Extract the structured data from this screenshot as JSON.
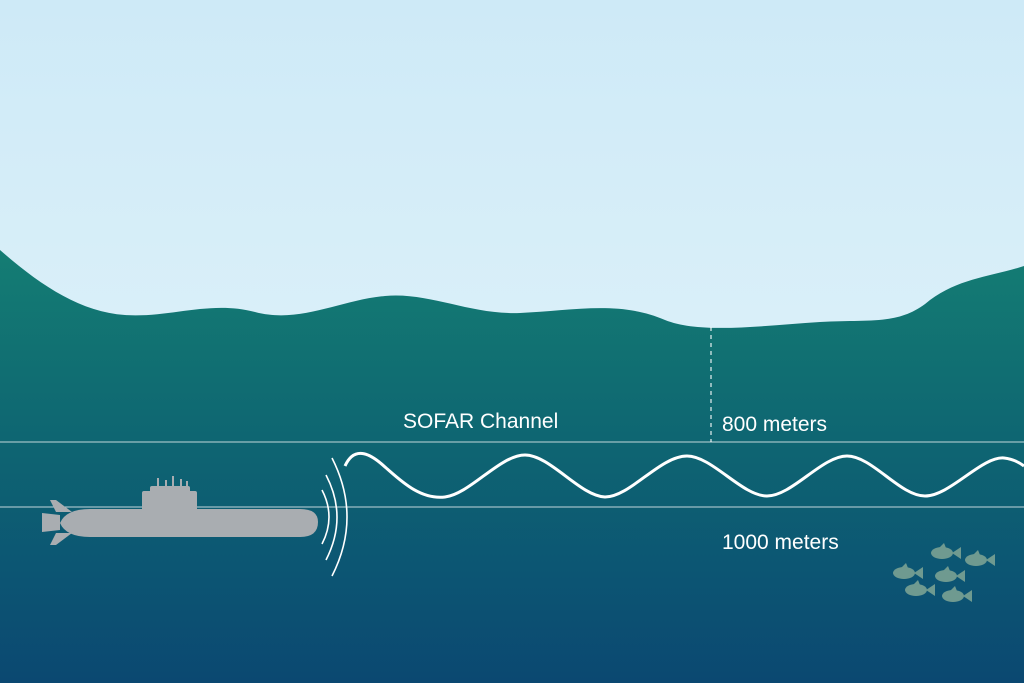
{
  "labels": {
    "channel": "SOFAR Channel",
    "depth_top": "800 meters",
    "depth_bottom": "1000 meters"
  },
  "icons": [
    "submarine-icon",
    "sound-wave-icon",
    "fish-school-icon"
  ],
  "colors": {
    "sky_top": "#ceeaf7",
    "sky_bottom": "#e3f4fb",
    "ocean_top": "#0f7a72",
    "ocean_mid": "#0c5b74",
    "ocean_bottom": "#0b4a72",
    "submarine": "#a9adb1",
    "fish": "#6f9a90",
    "lines": "#ffffff"
  }
}
